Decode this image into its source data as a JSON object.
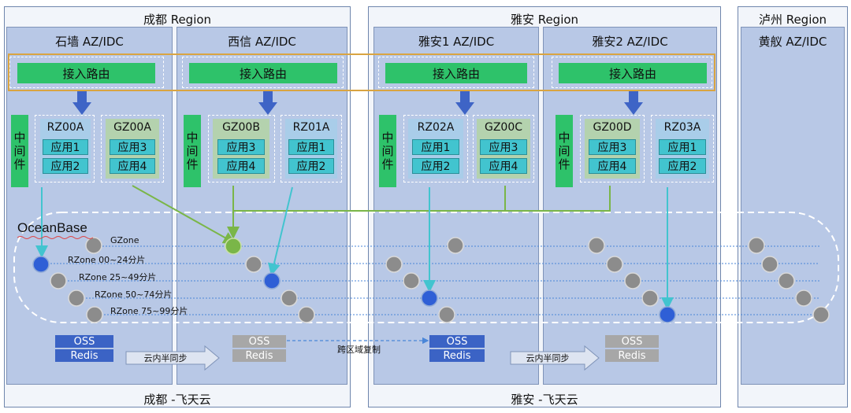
{
  "regions": {
    "chengdu": {
      "title": "成都 Region",
      "footer": "成都 -飞天云"
    },
    "yaan": {
      "title": "雅安 Region",
      "footer": "雅安 -飞天云"
    },
    "luzhou": {
      "title": "泸州 Region"
    }
  },
  "azs": {
    "shiqiang": "石墙 AZ/IDC",
    "xixin": "西信 AZ/IDC",
    "yaan1": "雅安1 AZ/IDC",
    "yaan2": "雅安2 AZ/IDC",
    "huangyi": "黄舣 AZ/IDC"
  },
  "access_route": "接入路由",
  "middleware": "中间件",
  "groups": {
    "rz00a": {
      "name": "RZ00A",
      "apps": [
        "应用1",
        "应用2"
      ]
    },
    "gz00a": {
      "name": "GZ00A",
      "apps": [
        "应用3",
        "应用4"
      ]
    },
    "gz00b": {
      "name": "GZ00B",
      "apps": [
        "应用3",
        "应用4"
      ]
    },
    "rz01a": {
      "name": "RZ01A",
      "apps": [
        "应用1",
        "应用2"
      ]
    },
    "rz02a": {
      "name": "RZ02A",
      "apps": [
        "应用1",
        "应用2"
      ]
    },
    "gz00c": {
      "name": "GZ00C",
      "apps": [
        "应用3",
        "应用4"
      ]
    },
    "gz00d": {
      "name": "GZ00D",
      "apps": [
        "应用3",
        "应用4"
      ]
    },
    "rz03a": {
      "name": "RZ03A",
      "apps": [
        "应用1",
        "应用2"
      ]
    }
  },
  "oceanbase": {
    "title": "OceanBase",
    "zones": [
      "GZone",
      "RZone 00~24分片",
      "RZone 25~49分片",
      "RZone 50~74分片",
      "RZone 75~99分片"
    ]
  },
  "storage": {
    "oss": "OSS",
    "redis": "Redis"
  },
  "sync_in_cloud": "云内半同步",
  "cross_region_replication": "跨区域复制",
  "colors": {
    "green": "#2ec26a",
    "blue_node": "#2f5fd6",
    "gray_node": "#8c8c8c",
    "teal": "#42c4cf",
    "orange": "#d9a441"
  }
}
